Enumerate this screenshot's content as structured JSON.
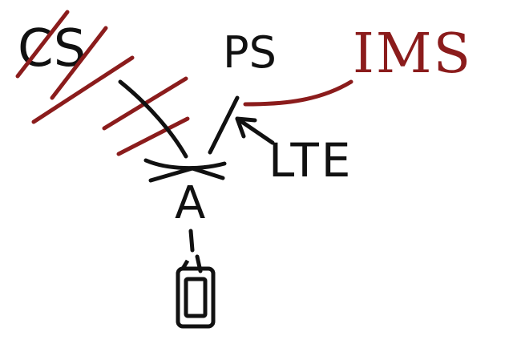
{
  "colors": {
    "background": "#ffffff",
    "ink": "#111111",
    "accent": "#8b1c1c"
  },
  "labels": {
    "cs": "CS",
    "ps": "PS",
    "lte": "LTE",
    "ims": "IMS",
    "antenna": "A"
  },
  "icons": {
    "antenna": "antenna-icon",
    "phone": "mobile-phone-icon",
    "arrow": "arrow-icon"
  }
}
